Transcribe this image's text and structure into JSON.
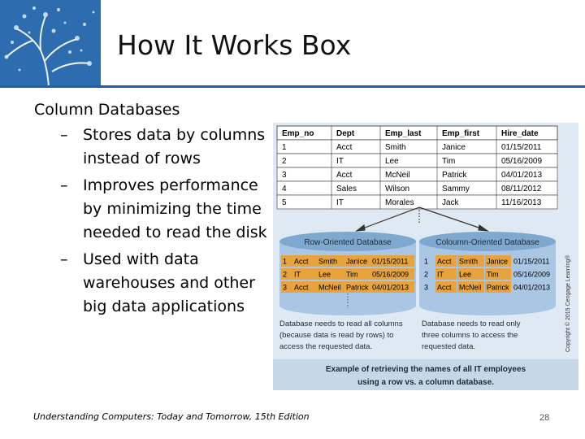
{
  "slide": {
    "title": "How It Works Box",
    "heading": "Column Databases",
    "bullets": [
      "Stores data by columns instead of rows",
      "Improves performance by minimizing the time needed to read the disk",
      "Used with data warehouses and other big data applications"
    ],
    "footer": "Understanding Computers: Today and Tomorrow, 15th Edition",
    "page_number": "28",
    "bullet_marker": "–"
  },
  "figure": {
    "table": {
      "headers": [
        "Emp_no",
        "Dept",
        "Emp_last",
        "Emp_first",
        "Hire_date"
      ],
      "rows": [
        [
          "1",
          "Acct",
          "Smith",
          "Janice",
          "01/15/2011"
        ],
        [
          "2",
          "IT",
          "Lee",
          "Tim",
          "05/16/2009"
        ],
        [
          "3",
          "Acct",
          "McNeil",
          "Patrick",
          "04/01/2013"
        ],
        [
          "4",
          "Sales",
          "Wilson",
          "Sammy",
          "08/11/2012"
        ],
        [
          "5",
          "IT",
          "Morales",
          "Jack",
          "11/16/2013"
        ]
      ]
    },
    "row_db": {
      "title": "Row-Oriented Database",
      "lines": [
        [
          "1",
          "Acct",
          "Smith",
          "Janice",
          "01/15/2011"
        ],
        [
          "2",
          "IT",
          "Lee",
          "Tim",
          "05/16/2009"
        ],
        [
          "3",
          "Acct",
          "McNeil",
          "Patrick",
          "04/01/2013"
        ]
      ],
      "caption": "Database needs to read all columns (because data is read by rows) to access the requested data."
    },
    "col_db": {
      "title": "Coloumn-Oriented Database",
      "lines": [
        [
          "1",
          "Acct",
          "Smith",
          "Janice",
          "01/15/2011"
        ],
        [
          "2",
          "IT",
          "Lee",
          "Tim",
          "05/16/2009"
        ],
        [
          "3",
          "Acct",
          "McNeil",
          "Patrick",
          "04/01/2013"
        ]
      ],
      "caption": "Database needs to read only three columns to access the requested data."
    },
    "bottom_caption": "Example of retrieving the names of all IT employees using a row vs. a column database.",
    "copyright": "Copyright © 2015 Cengage Learning®"
  },
  "colors": {
    "rule": "#1f5fa8",
    "figure_bg": "#dfe9f3",
    "cylinder": "#a9c7e4",
    "cylinder_dark": "#7fa8cf",
    "highlight": "#e9a33d",
    "caption_band": "#c6d7e8"
  }
}
